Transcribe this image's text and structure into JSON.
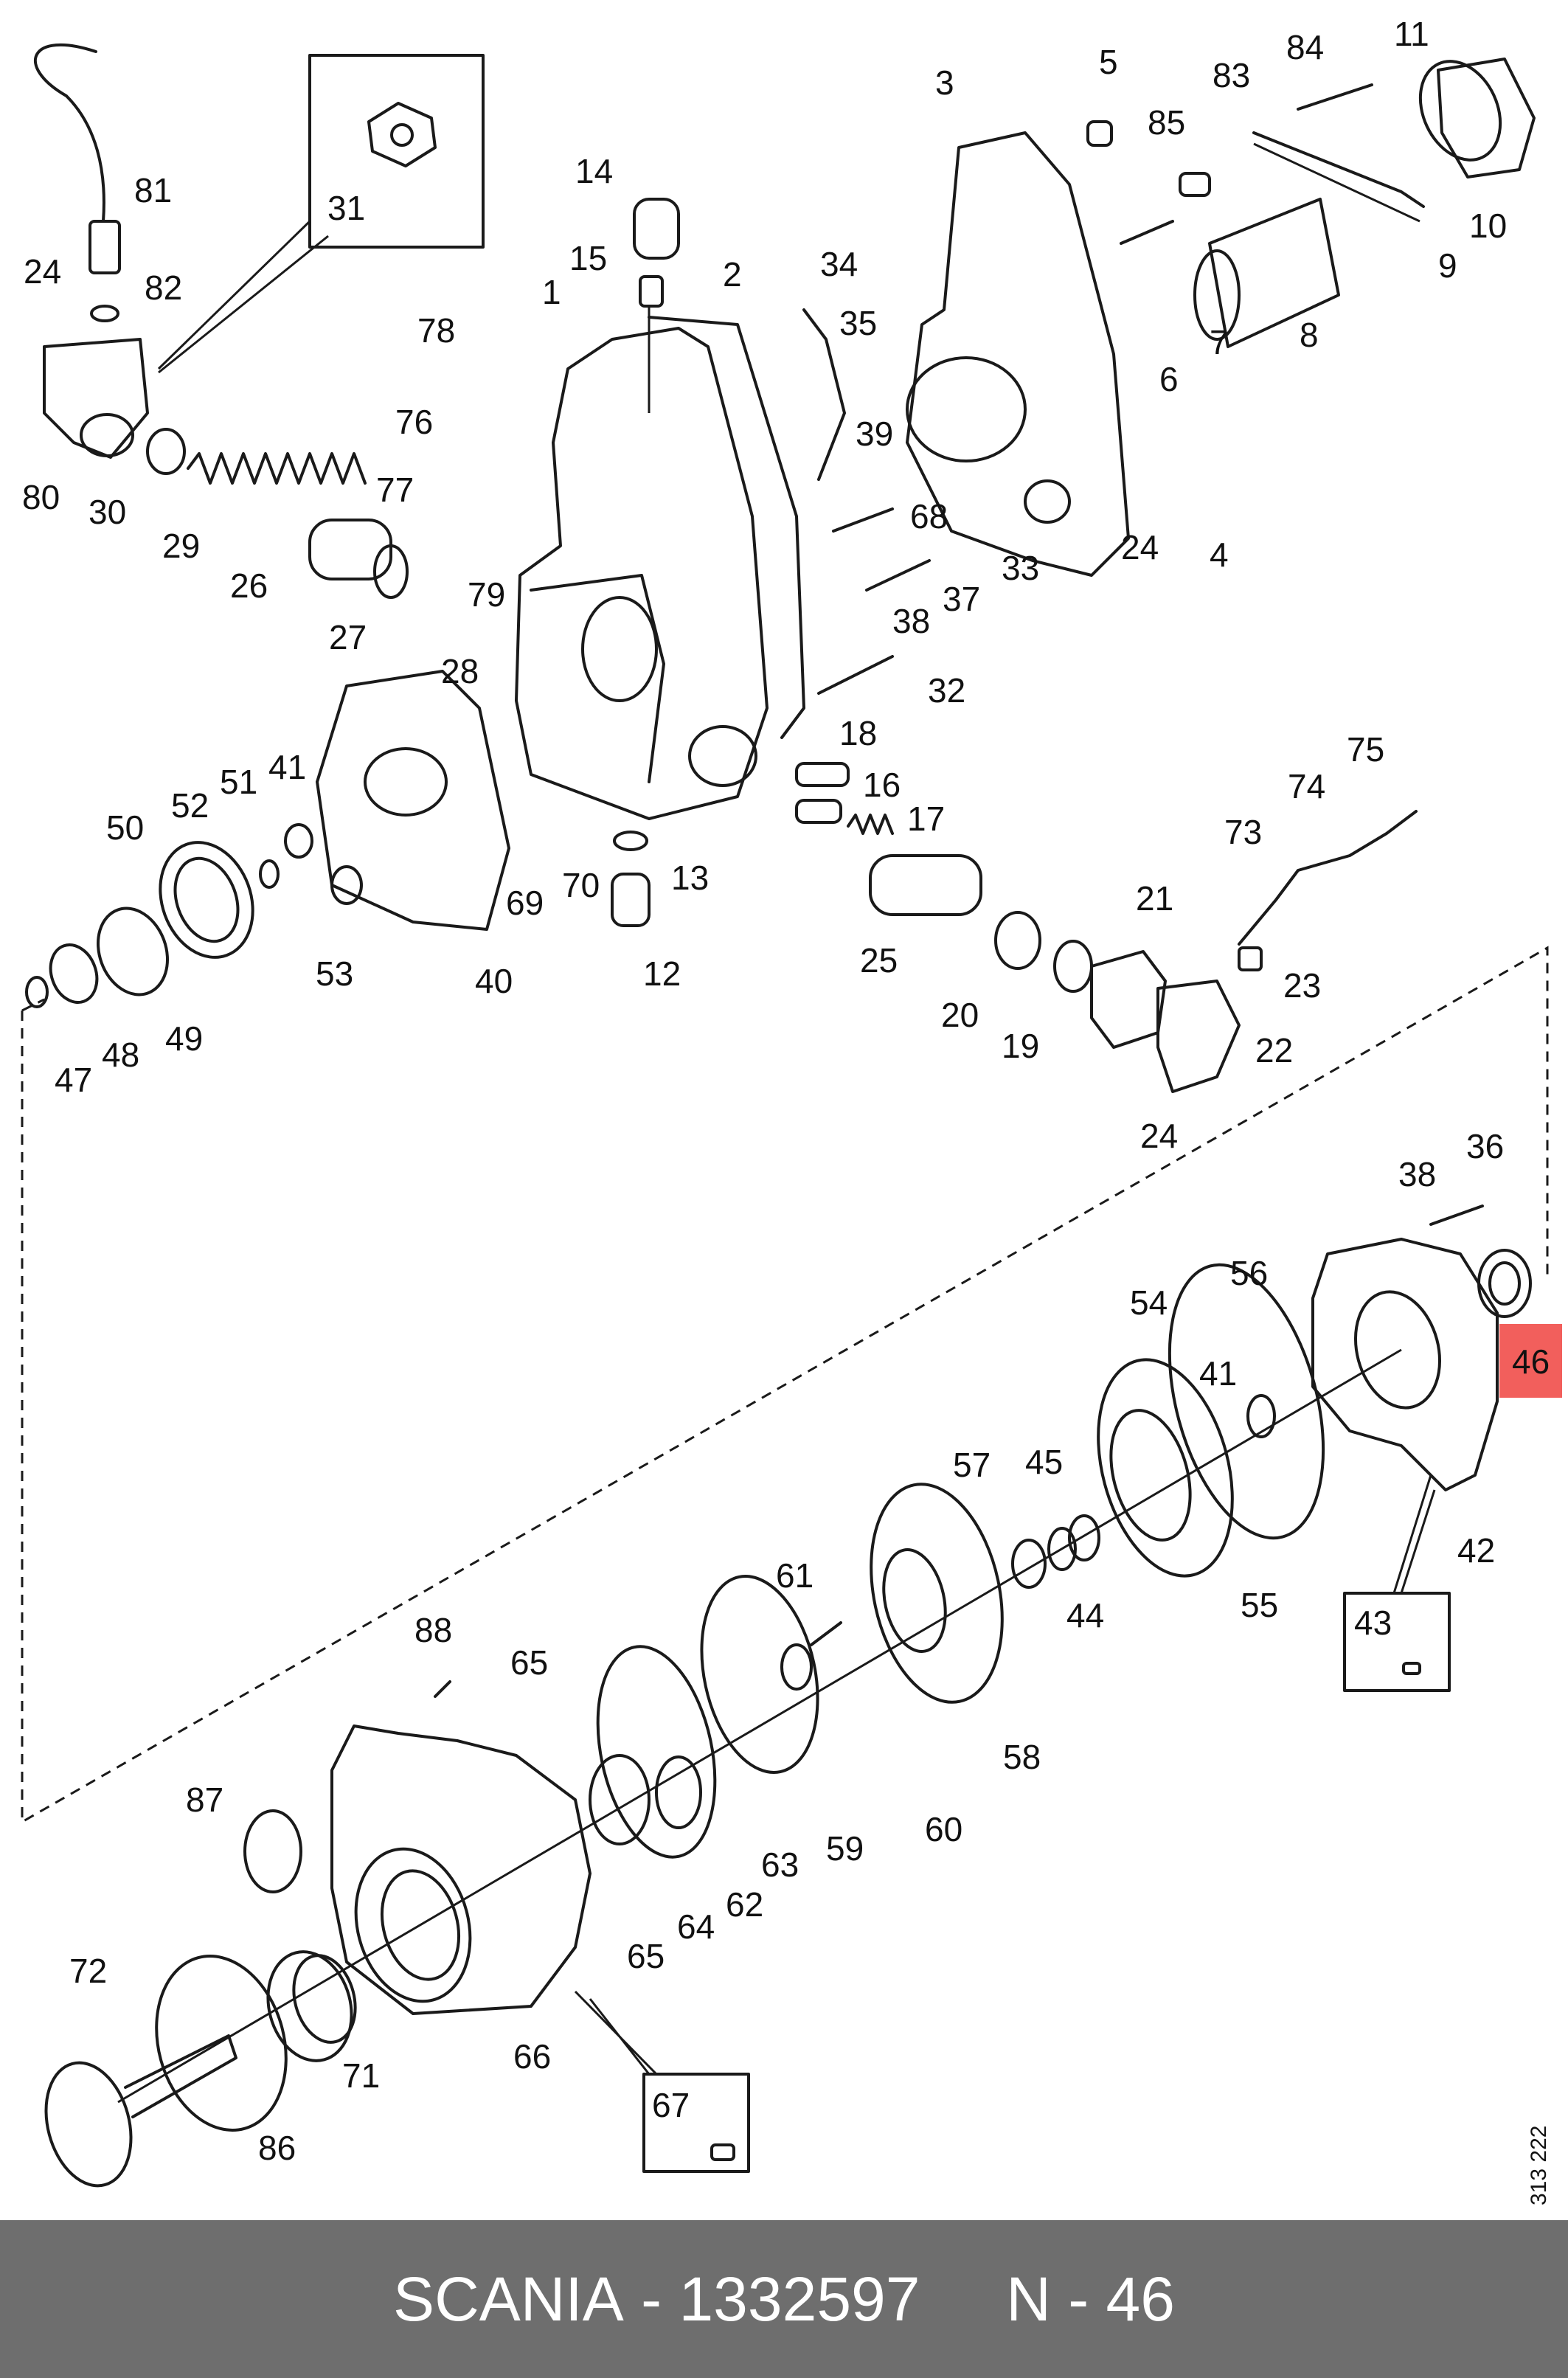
{
  "diagram": {
    "reference_number": "313 222",
    "highlighted_part": "46",
    "highlight_color": "#f25f5c",
    "labels": [
      "1",
      "2",
      "3",
      "4",
      "5",
      "6",
      "7",
      "8",
      "9",
      "10",
      "11",
      "12",
      "13",
      "14",
      "15",
      "16",
      "17",
      "18",
      "19",
      "20",
      "21",
      "22",
      "23",
      "24",
      "24",
      "24",
      "25",
      "26",
      "27",
      "28",
      "29",
      "30",
      "31",
      "32",
      "33",
      "34",
      "35",
      "36",
      "37",
      "38",
      "38",
      "39",
      "40",
      "41",
      "41",
      "42",
      "43",
      "44",
      "45",
      "47",
      "48",
      "49",
      "50",
      "51",
      "52",
      "53",
      "54",
      "55",
      "56",
      "57",
      "58",
      "59",
      "60",
      "61",
      "62",
      "63",
      "64",
      "65",
      "65",
      "66",
      "67",
      "68",
      "69",
      "70",
      "71",
      "72",
      "73",
      "74",
      "75",
      "76",
      "77",
      "78",
      "79",
      "80",
      "81",
      "82",
      "83",
      "84",
      "85",
      "86",
      "87",
      "88"
    ]
  },
  "footer": {
    "brand": "SCANIA",
    "separator": " - ",
    "part_number": "1332597",
    "position_label": "N - 46",
    "background": "#6e6e6e"
  }
}
